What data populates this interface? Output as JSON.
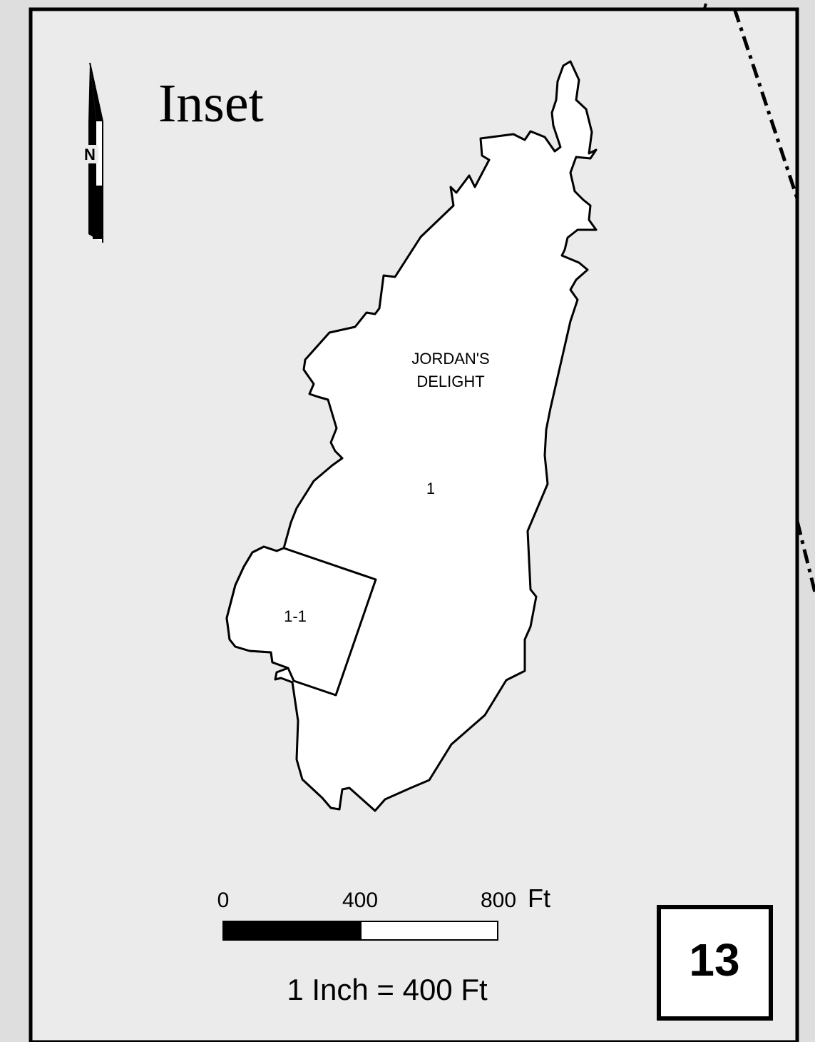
{
  "map": {
    "title": "Inset",
    "north_label": "N",
    "parcel_name_line1": "JORDAN'S",
    "parcel_name_line2": "DELIGHT",
    "parcel_main_id": "1",
    "parcel_sub_id": "1-1",
    "scale_tick_0": "0",
    "scale_tick_400": "400",
    "scale_tick_800": "800",
    "scale_unit": "Ft",
    "scale_text": "1 Inch = 400 Ft",
    "sheet_number": "13"
  },
  "colors": {
    "outside": "#dedede",
    "panel": "#ebebeb",
    "parcel_fill": "#ffffff",
    "stroke": "#000000"
  }
}
